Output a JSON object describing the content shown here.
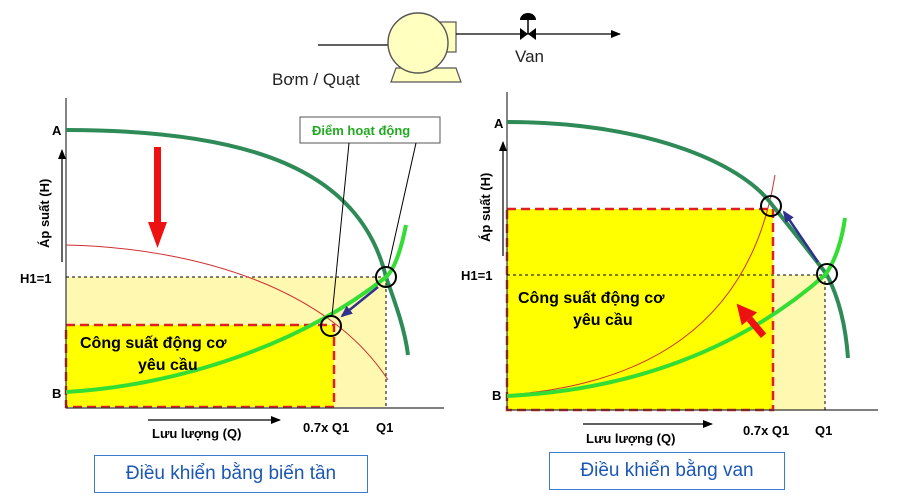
{
  "top": {
    "pump_label": "Bơm / Quạt",
    "valve_label": "Van"
  },
  "left_panel": {
    "point_a": "A",
    "point_b": "B",
    "h1_label": "H1=1",
    "y_axis_label": "Áp suất (H)",
    "x_axis_label": "Lưu lượng (Q)",
    "tick_07q1": "0.7x Q1",
    "tick_q1": "Q1",
    "operating_point_label": "Điểm hoạt động",
    "power_label_line1": "Công suất động cơ",
    "power_label_line2": "yêu cầu",
    "caption": "Điều khiển bằng biến tần"
  },
  "right_panel": {
    "point_a": "A",
    "point_b": "B",
    "h1_label": "H1=1",
    "y_axis_label": "Áp suất (H)",
    "x_axis_label": "Lưu lượng (Q)",
    "tick_07q1": "0.7x Q1",
    "tick_q1": "Q1",
    "power_label_line1": "Công suất động cơ",
    "power_label_line2": "yêu cầu",
    "caption": "Điều khiển bằng van"
  },
  "colors": {
    "pump_curve": "#2e8b57",
    "system_curve": "#33dd33",
    "thin_curve": "#d03030",
    "yellow_area": "#ffff00",
    "pale_yellow": "#fff8b0",
    "dashed_border": "#e02020",
    "arrow_blue": "#303090",
    "arrow_red": "#ee1111",
    "caption_text": "#1b57b3"
  }
}
